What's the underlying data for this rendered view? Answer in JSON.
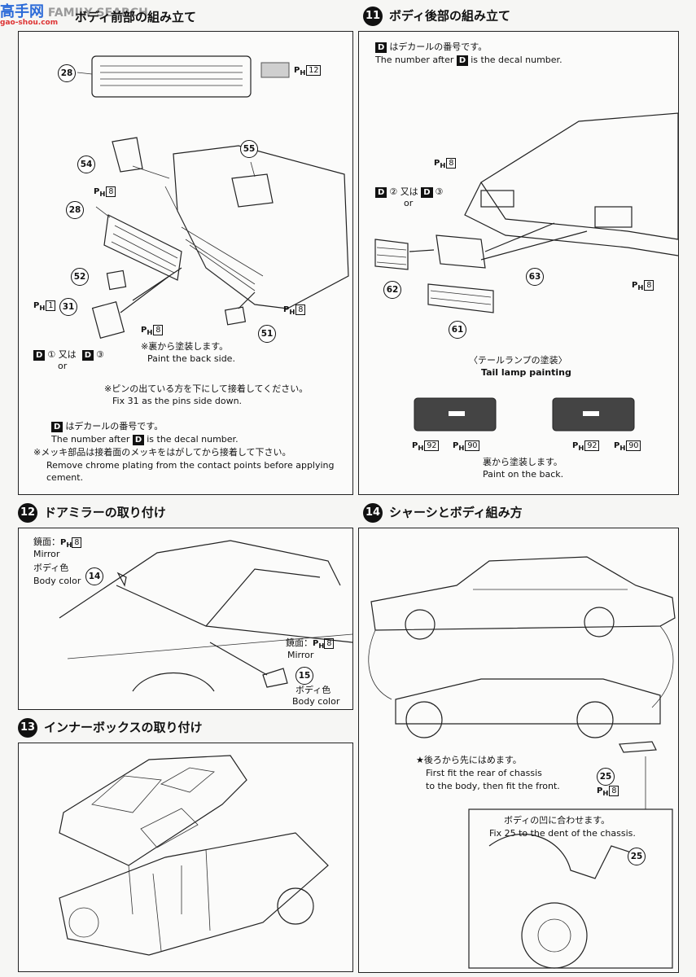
{
  "watermark": {
    "brand": "高手网",
    "tag": "FAMILY SEARCH",
    "url": "gao-shou.com"
  },
  "step10": {
    "title": "ボディ前部の組み立て",
    "parts": {
      "p28a": "28",
      "p28b": "28",
      "p54": "54",
      "p55": "55",
      "p52": "52",
      "p31": "31",
      "p51": "51"
    },
    "ph12": "12",
    "ph8a": "8",
    "ph8b": "8",
    "ph8c": "8",
    "ph1": "1",
    "decal_or": {
      "d1": "①",
      "mid": "又は",
      "d3": "③",
      "or": "or"
    },
    "note_back_jp": "※裏から塗装します。",
    "note_back_en": "Paint the back side.",
    "note_pins_jp": "※ピンの出ている方を下にして接着してください。",
    "note_pins_en": "Fix  31  as the pins side down.",
    "decal_jp": "はデカールの番号です。",
    "decal_en_a": "The number after",
    "decal_en_b": "is the decal number.",
    "chrome_jp": "※メッキ部品は接着面のメッキをはがしてから接着して下さい。",
    "chrome_en_1": "Remove chrome plating from the contact points before applying",
    "chrome_en_2": "cement."
  },
  "step11": {
    "number": "11",
    "title": "ボディ後部の組み立て",
    "decal_jp": "はデカールの番号です。",
    "decal_en": "The number after",
    "decal_en_b": "is the decal number.",
    "ph8a": "8",
    "ph8b": "8",
    "decal_or": {
      "d2": "②",
      "mid": "又は",
      "d3": "③",
      "or": "or"
    },
    "parts": {
      "p62": "62",
      "p63": "63",
      "p61": "61"
    },
    "tail_title_jp": "〈テールランプの塗装〉",
    "tail_title_en": "Tail lamp painting",
    "ph92a": "92",
    "ph90a": "90",
    "ph92b": "92",
    "ph90b": "90",
    "paint_back_jp": "裏から塗装します。",
    "paint_back_en": "Paint on the back."
  },
  "step12": {
    "number": "12",
    "title": "ドアミラーの取り付け",
    "mirror_jp": "鏡面：",
    "mirror_ph": "8",
    "mirror_en": "Mirror",
    "body_jp": "ボディ色",
    "body_en": "Body color",
    "p14": "14",
    "mirror2_jp": "鏡面：",
    "mirror2_ph": "8",
    "mirror2_en": "Mirror",
    "p15": "15",
    "body2_jp": "ボディ色",
    "body2_en": "Body color"
  },
  "step13": {
    "number": "13",
    "title": "インナーボックスの取り付け"
  },
  "step14": {
    "number": "14",
    "title": "シャーシとボディ組み方",
    "fit_jp": "★後ろから先にはめます。",
    "fit_en_1": "First fit the rear of chassis",
    "fit_en_2": "to the body, then fit the front.",
    "p25": "25",
    "ph8": "8",
    "dent_jp": "ボディの凹に合わせます。",
    "dent_en": "Fix 25  to the dent of the chassis.",
    "p25b": "25"
  },
  "labels": {
    "ph_prefix": "P",
    "ph_sub": "H",
    "decal_letter": "D"
  }
}
